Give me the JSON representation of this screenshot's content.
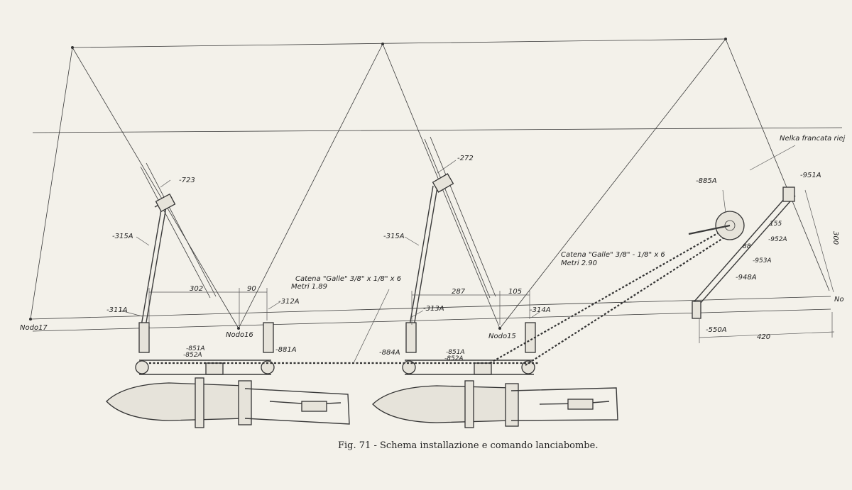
{
  "caption": "Fig. 71 - Schema installazione e comando lanciabombe.",
  "labels": {
    "p723": "-723",
    "p272": "-272",
    "p315a_left": "-315A",
    "p315a_mid": "-315A",
    "p311a": "-311A",
    "p312a": "-312A",
    "p313a": "-313A",
    "p314a": "-314A",
    "p851a_left": "-851A",
    "p852a_left": "-852A",
    "p851a_mid": "-851A",
    "p852a_mid": "-852A",
    "p881a": "-881A",
    "p884a": "-884A",
    "p885a": "-885A",
    "p951a": "-951A",
    "p952a": "-952A",
    "p953a": "-953A",
    "p948a": "-948A",
    "p550a": "-550A",
    "nodo17": "Nodo17",
    "nodo16": "Nodo16",
    "nodo15": "Nodo15",
    "nodo_right": "No",
    "nelka": "Nelka francata riej",
    "dim302": "302",
    "dim90": "90",
    "dim287": "287",
    "dim105": "105",
    "dim420": "420",
    "dim300": "300",
    "dim88": "88",
    "dim155": "155"
  },
  "chains": {
    "left_line1": "Catena \"Galle\" 3/8\" x 1/8\" x 6",
    "left_line2": "Metri 1.89",
    "right_line1": "Catena \"Galle\" 3/8\" - 1/8\" x 6",
    "right_line2": "Metri 2.90"
  }
}
